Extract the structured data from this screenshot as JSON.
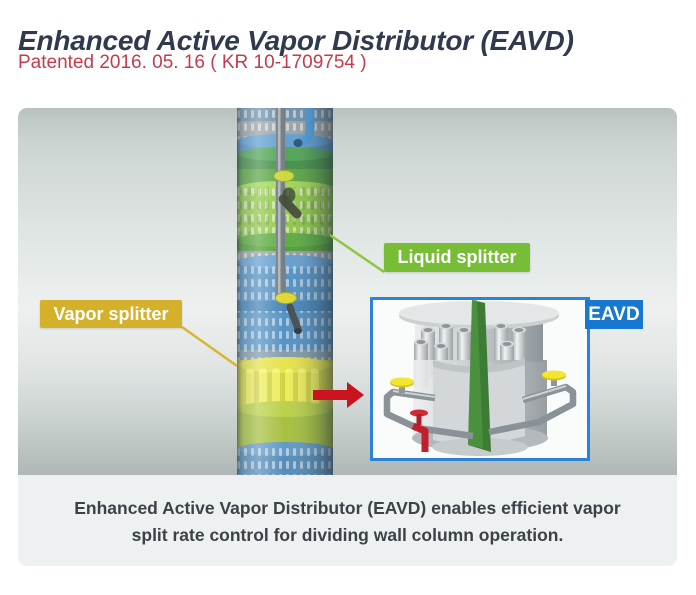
{
  "page": {
    "title": "Enhanced Active Vapor Distributor (EAVD)",
    "patent_line": "Patented 2016. 05. 16 ( KR 10-1709754 )"
  },
  "figure": {
    "labels": {
      "vapor_splitter": "Vapor splitter",
      "liquid_splitter": "Liquid splitter",
      "eavd_badge": "EAVD"
    },
    "caption": "Enhanced Active Vapor Distributor (EAVD) enables efficient vapor split rate control for dividing wall column operation.",
    "colors": {
      "title_text": "#303a4c",
      "patent_text": "#c53b4d",
      "vapor_label_bg": "#d5b02b",
      "liquid_label_bg": "#77bd36",
      "eavd_badge_bg": "#1877d1",
      "inset_border": "#2d81d8",
      "arrow_red": "#c9141f",
      "caption_bg": "#edf1f2",
      "caption_text": "#3d4248",
      "column_green": "#8cc63f",
      "column_blue": "#4d8cc0",
      "column_yellow": "#d6d434"
    }
  }
}
